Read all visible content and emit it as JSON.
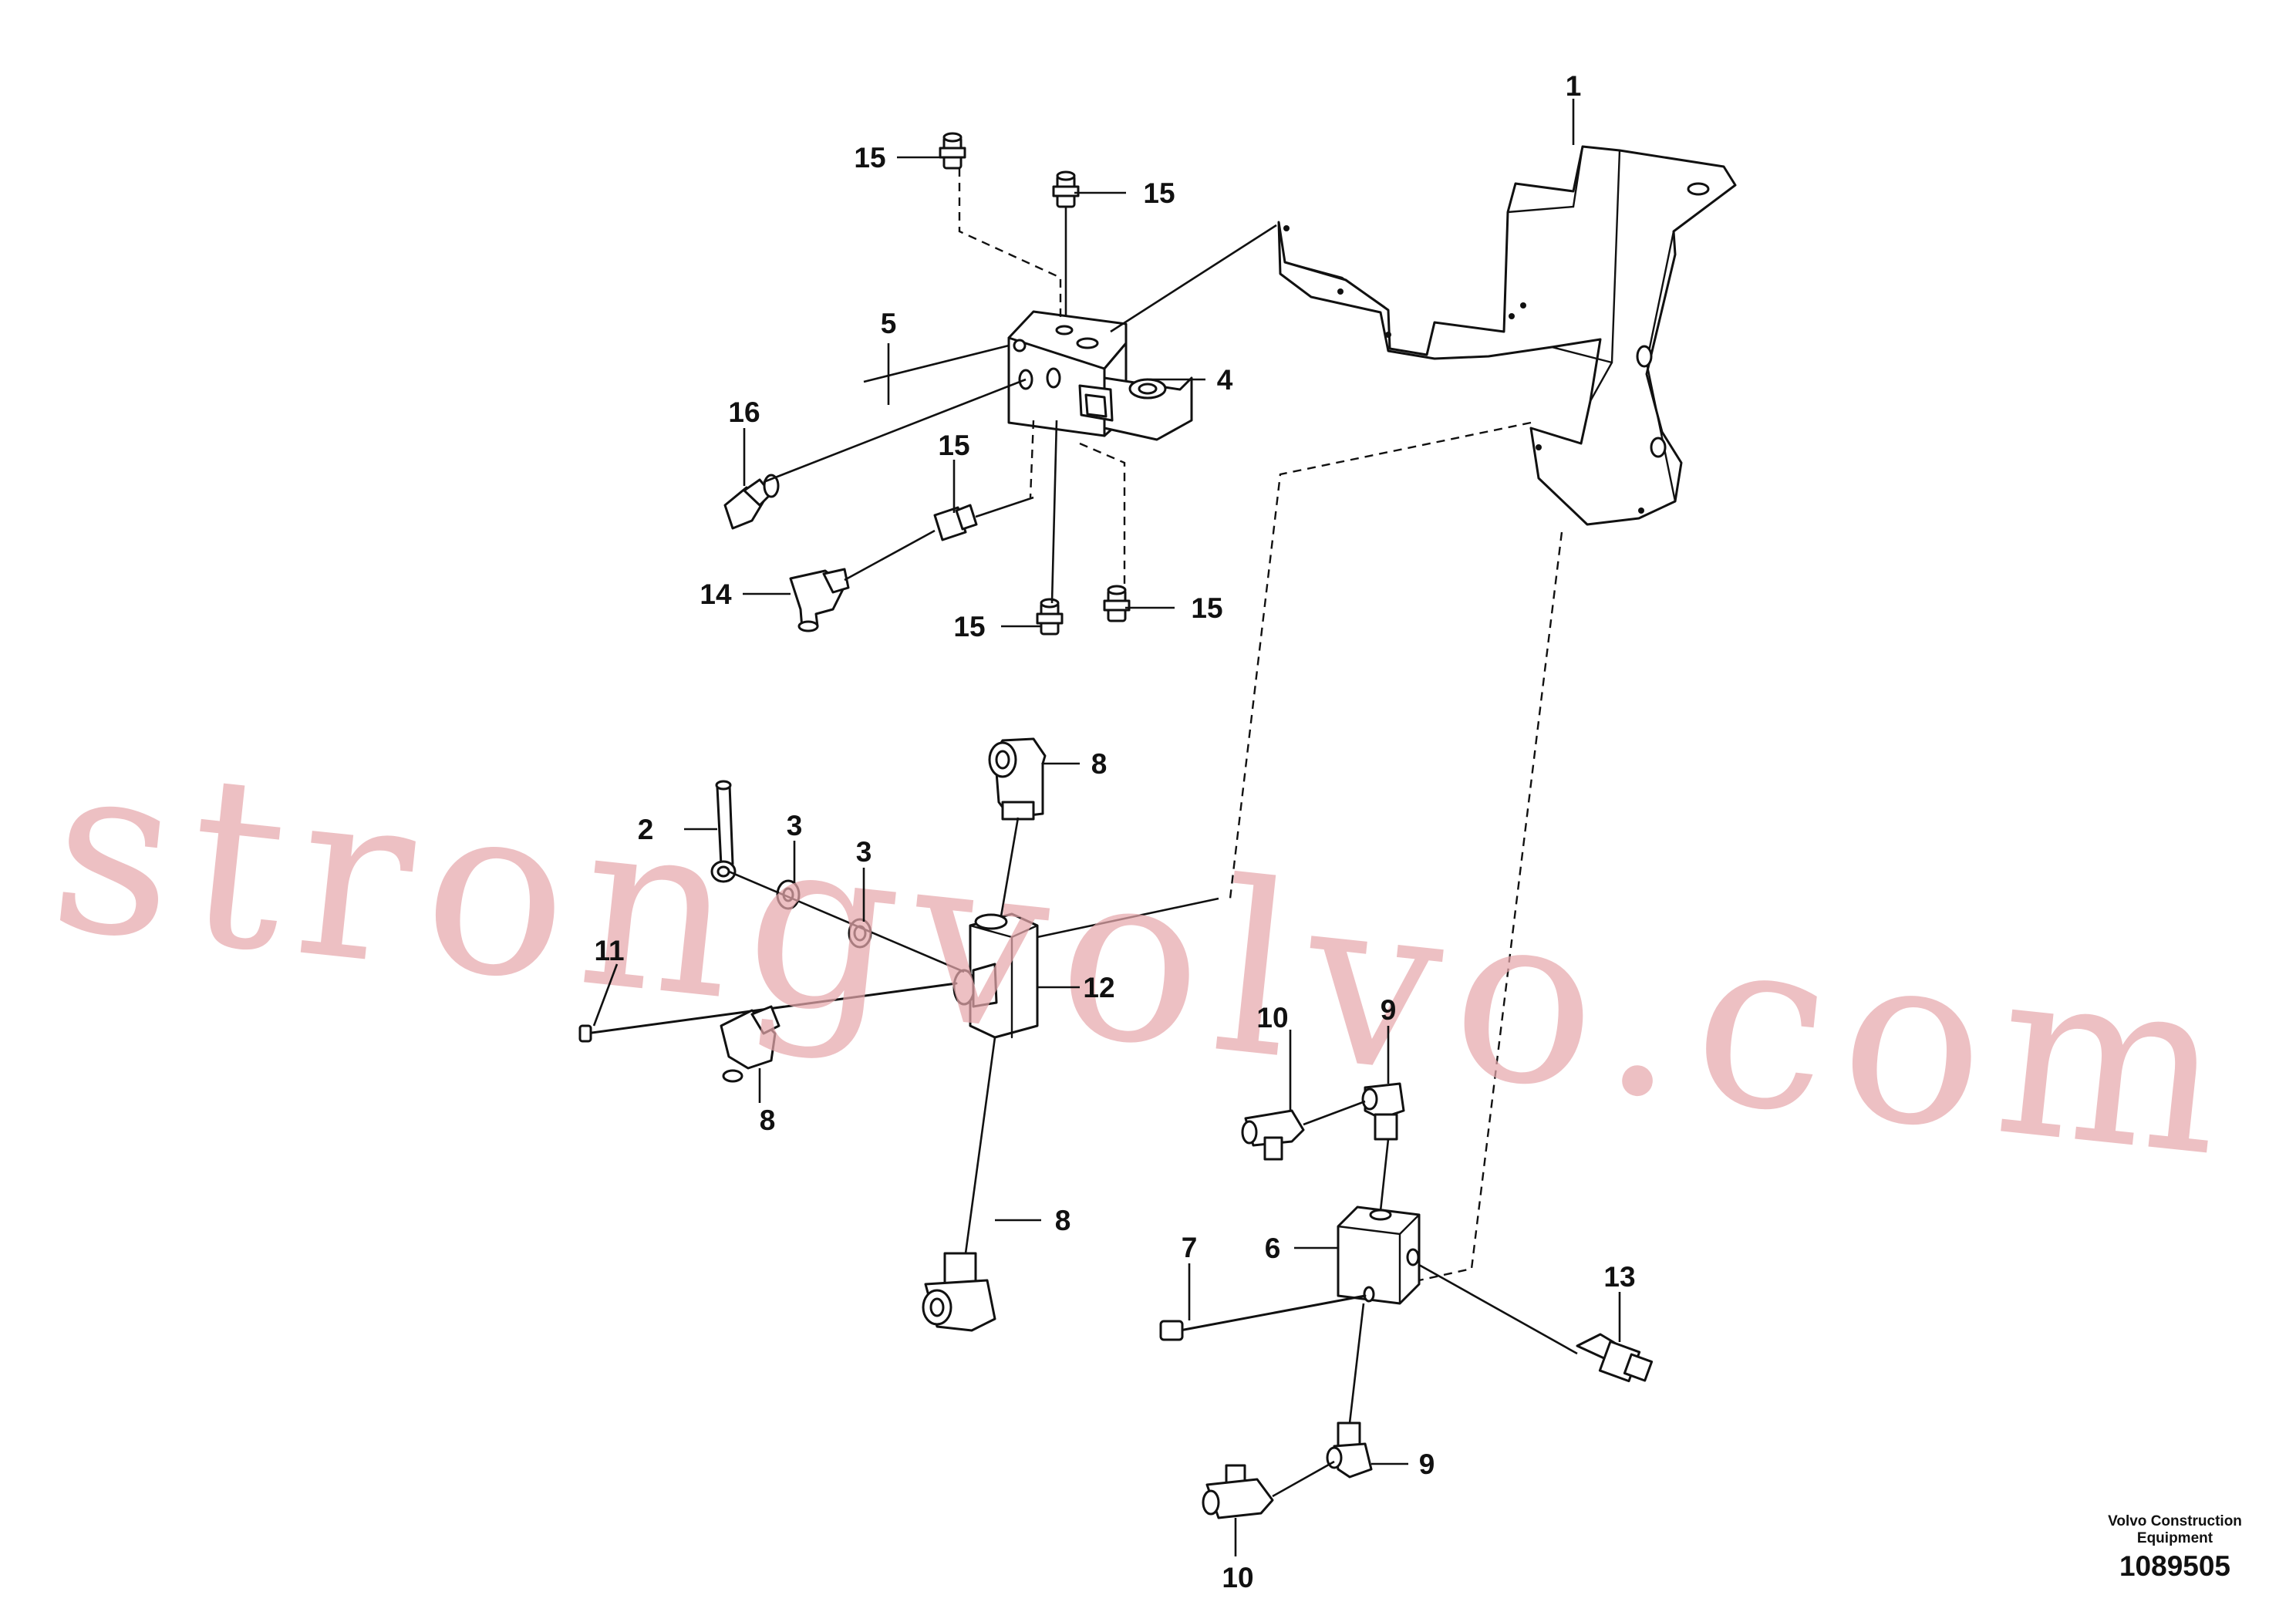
{
  "callouts": {
    "c1": "1",
    "c2": "2",
    "c3a": "3",
    "c3b": "3",
    "c4": "4",
    "c5": "5",
    "c6": "6",
    "c7": "7",
    "c8a": "8",
    "c8b": "8",
    "c8c": "8",
    "c9a": "9",
    "c9b": "9",
    "c10a": "10",
    "c10b": "10",
    "c11": "11",
    "c12": "12",
    "c13": "13",
    "c14": "14",
    "c15a": "15",
    "c15b": "15",
    "c15c": "15",
    "c15d": "15",
    "c15e": "15",
    "c16": "16"
  },
  "watermark": "strongvolvo.com",
  "footer": {
    "brand_line1": "Volvo Construction",
    "brand_line2": "Equipment",
    "document_number": "1089505"
  }
}
